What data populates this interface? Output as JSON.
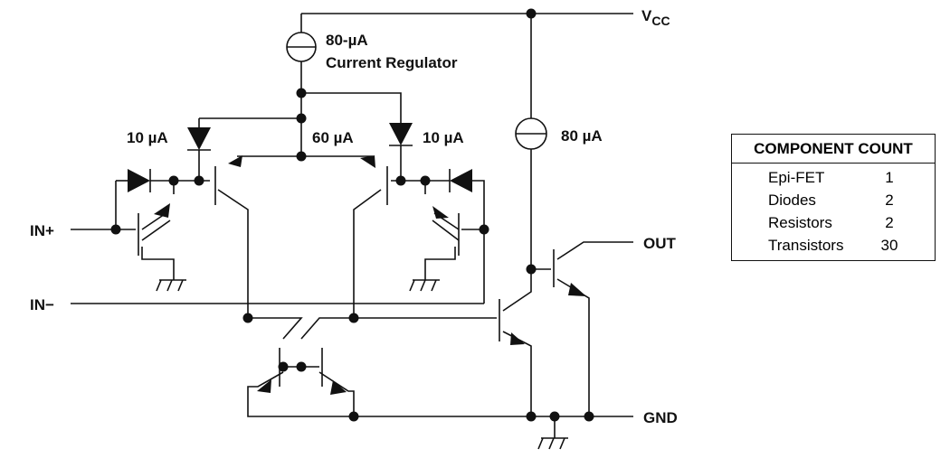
{
  "labels": {
    "vcc_main": "V",
    "vcc_sub": "CC",
    "regulator_current": "80-µA",
    "regulator_name": "Current Regulator",
    "left_diode_current": "10 µA",
    "center_current": "60 µA",
    "right_diode_current": "10 µA",
    "source_current": "80 µA",
    "in_plus": "IN+",
    "in_minus": "IN−",
    "out": "OUT",
    "gnd": "GND"
  },
  "component_count": {
    "title": "COMPONENT COUNT",
    "rows": [
      {
        "name": "Epi-FET",
        "value": "1"
      },
      {
        "name": "Diodes",
        "value": "2"
      },
      {
        "name": "Resistors",
        "value": "2"
      },
      {
        "name": "Transistors",
        "value": "30"
      }
    ]
  }
}
